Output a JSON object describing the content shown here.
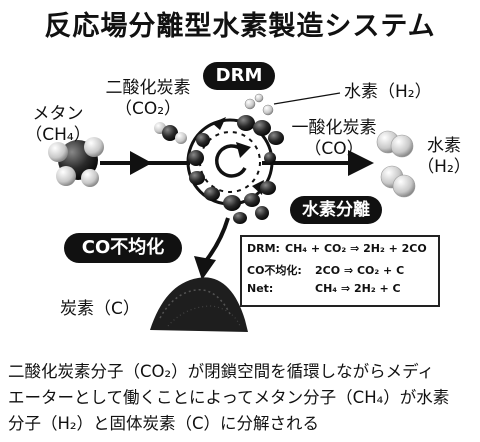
{
  "title": "反応場分離型水素製造システム",
  "badges": {
    "drm": "DRM",
    "h2_separation": "水素分離",
    "co_disproportionation": "CO不均化"
  },
  "labels": {
    "methane_line1": "メタン",
    "methane_line2": "（CH₄）",
    "co2_line1": "二酸化炭素",
    "co2_line2": "（CO₂）",
    "hydrogen_top": "水素（H₂）",
    "co_line1": "一酸化炭素",
    "co_line2": "（CO）",
    "hydrogen_right_line1": "水素",
    "hydrogen_right_line2": "（H₂）",
    "carbon": "炭素（C）"
  },
  "equations": [
    {
      "key": "DRM:",
      "expr": "CH₄ + CO₂ ⇒ 2H₂ + 2CO"
    },
    {
      "key": "CO不均化:",
      "expr": "2CO ⇒ CO₂ + C"
    },
    {
      "key": "Net:",
      "expr": "CH₄ ⇒ 2H₂ + C"
    }
  ],
  "description": [
    "二酸化炭素分子（CO₂）が閉鎖空間を循環しながらメディ",
    "エーターとして働くことによってメタン分子（CH₄）が水素",
    "分子（H₂）と固体炭素（C）に分解される"
  ],
  "colors": {
    "ink": "#111111",
    "particle": "#1e1e1e",
    "h2_sphere": "#d9d9d9",
    "background": "#ffffff"
  }
}
